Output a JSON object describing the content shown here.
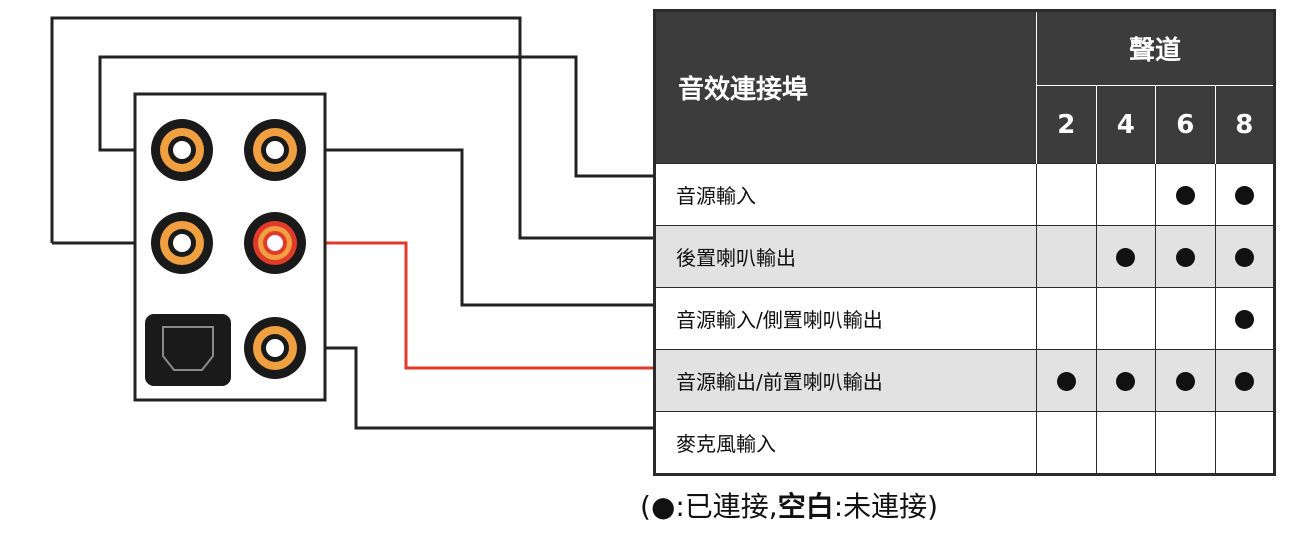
{
  "table": {
    "title": "音效連接埠",
    "channel_header": "聲道",
    "channels": [
      "2",
      "4",
      "6",
      "8"
    ],
    "rows": [
      {
        "label": "音源輸入",
        "connected": [
          false,
          false,
          true,
          true
        ]
      },
      {
        "label": "後置喇叭輸出",
        "connected": [
          false,
          true,
          true,
          true
        ]
      },
      {
        "label": "音源輸入/側置喇叭輸出",
        "connected": [
          false,
          false,
          false,
          true
        ]
      },
      {
        "label": "音源輸出/前置喇叭輸出",
        "connected": [
          true,
          true,
          true,
          true
        ]
      },
      {
        "label": "麥克風輸入",
        "connected": [
          false,
          false,
          false,
          false
        ]
      }
    ]
  },
  "legend": {
    "open": "(",
    "dot_label": "●:已連接,",
    "blank_label": "空白",
    "blank_desc": ":未連接",
    "close": ")"
  },
  "colors": {
    "header_bg": "#3c3c3c",
    "row_gray": "#e2e2e2",
    "jack_orange": "#f0a040",
    "jack_red": "#e23a2a",
    "line_red": "#e23a2a",
    "line_black": "#222222"
  }
}
